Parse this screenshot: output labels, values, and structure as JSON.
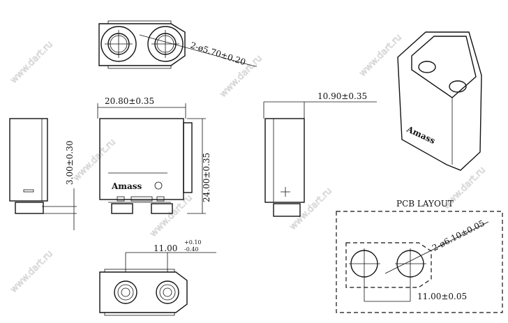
{
  "watermark": "www.dart.ru",
  "top_view": {
    "hole_dim": "2-ø5.70±0.20"
  },
  "front_view": {
    "width_dim": "20.80±0.35",
    "height_dim": "24.00±0.35",
    "logo": "Amass"
  },
  "left_view": {
    "dim": "3.00±0.30"
  },
  "right_view": {
    "width_dim": "10.90±0.35"
  },
  "bottom_view": {
    "pitch_dim": "11.00",
    "tol_plus": "+0.10",
    "tol_minus": "-0.40"
  },
  "pcb_layout": {
    "title": "PCB LAYOUT",
    "hole_dim": "2-ø6.10±0.05",
    "pitch_dim": "11.00±0.05"
  },
  "iso_view": {
    "logo": "Amass"
  }
}
